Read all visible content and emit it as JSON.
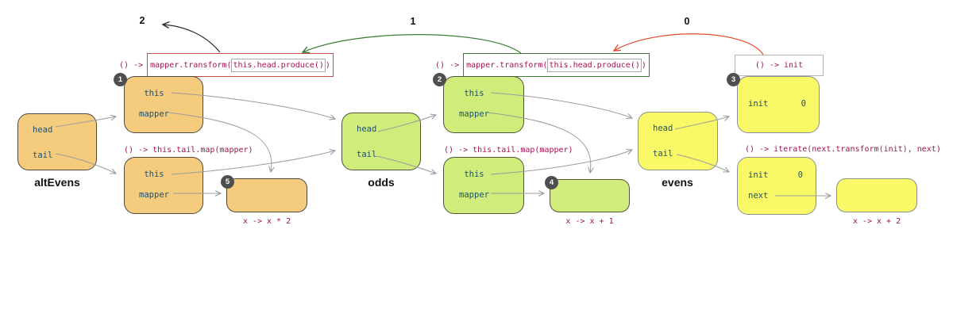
{
  "evaluation_arrows": [
    {
      "value": "2",
      "color": "#2a2a2a"
    },
    {
      "value": "1",
      "color": "#3e7d39"
    },
    {
      "value": "0",
      "color": "#e8492d"
    }
  ],
  "groups": [
    {
      "name": "altEvens",
      "badge_head_cell": "1",
      "badge_fn_node": "5",
      "head_code": {
        "prefix": "() ->",
        "call": "mapper.transform(",
        "inner": "this.head.produce()",
        "close": ")"
      },
      "tail_code": "() -> this.tail.map(mapper)",
      "main_node": {
        "rows": [
          "head",
          "tail"
        ]
      },
      "head_cell": {
        "rows": [
          {
            "label": "this"
          },
          {
            "label": "mapper"
          }
        ]
      },
      "tail_cell": {
        "rows": [
          {
            "label": "this"
          },
          {
            "label": "mapper"
          }
        ]
      },
      "fn_label": "x -> x * 2"
    },
    {
      "name": "odds",
      "badge_head_cell": "2",
      "badge_fn_node": "4",
      "head_code": {
        "prefix": "() ->",
        "call": "mapper.transform(",
        "inner": "this.head.produce()",
        "close": ")"
      },
      "tail_code": "() -> this.tail.map(mapper)",
      "main_node": {
        "rows": [
          "head",
          "tail"
        ]
      },
      "head_cell": {
        "rows": [
          {
            "label": "this"
          },
          {
            "label": "mapper"
          }
        ]
      },
      "tail_cell": {
        "rows": [
          {
            "label": "this"
          },
          {
            "label": "mapper"
          }
        ]
      },
      "fn_label": "x -> x + 1"
    },
    {
      "name": "evens",
      "badge_head_cell": "3",
      "head_code": {
        "boxed": "() -> init"
      },
      "tail_code": "() -> iterate(next.transform(init), next)",
      "main_node": {
        "rows": [
          "head",
          "tail"
        ]
      },
      "head_cell": {
        "rows": [
          {
            "label": "init",
            "value": "0"
          }
        ]
      },
      "tail_cell": {
        "rows": [
          {
            "label": "init",
            "value": "0"
          },
          {
            "label": "next",
            "value": ""
          }
        ]
      },
      "fn_label": "x -> x + 2"
    }
  ],
  "colors": {
    "altEvens_fill": "#f5cb7d",
    "odds_fill": "#d0ec7a",
    "evens_fill": "#f9f968",
    "code_text": "#a4134f",
    "field_text": "#1d4f70",
    "altEvens_code_box": "#c14e44",
    "odds_code_box": "#3e7d39",
    "evens_code_box": "#b5b5b5",
    "pointer_arrows": "#9c9c9c",
    "badge_bg": "#4f4f4f"
  }
}
